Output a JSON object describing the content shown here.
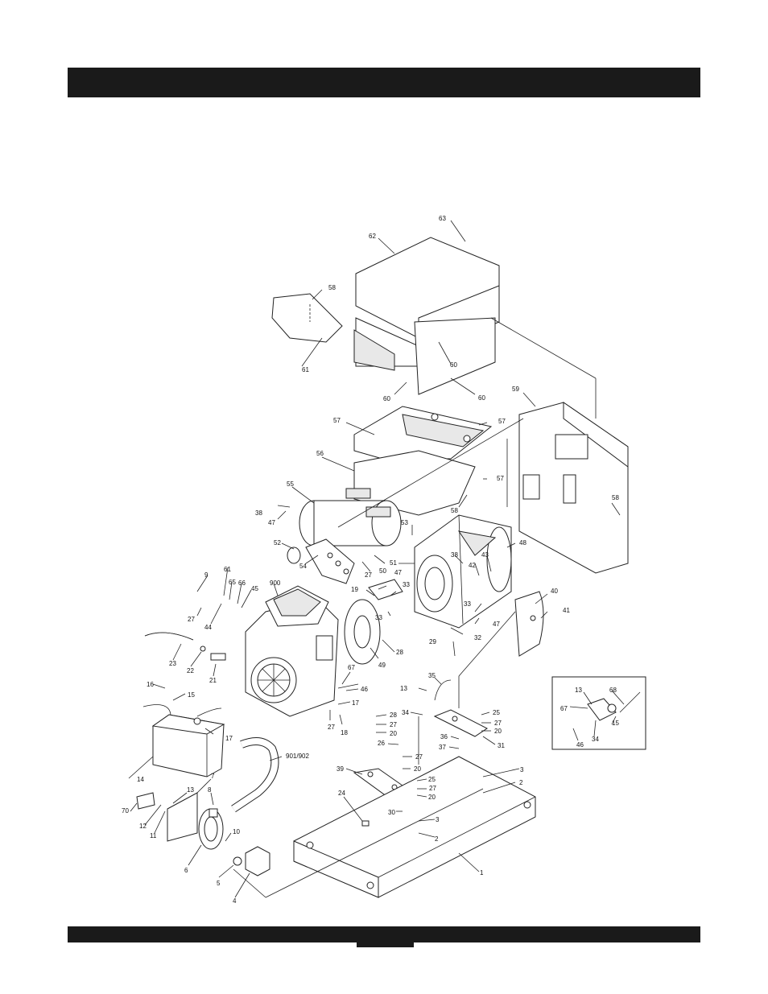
{
  "callouts": [
    {
      "id": "c63",
      "text": "63"
    },
    {
      "id": "c62",
      "text": "62"
    },
    {
      "id": "c58a",
      "text": "58"
    },
    {
      "id": "c61a",
      "text": "61"
    },
    {
      "id": "c60a",
      "text": "60"
    },
    {
      "id": "c60b",
      "text": "60"
    },
    {
      "id": "c60c",
      "text": "60"
    },
    {
      "id": "c59",
      "text": "59"
    },
    {
      "id": "c57a",
      "text": "57"
    },
    {
      "id": "c57b",
      "text": "57"
    },
    {
      "id": "c57c",
      "text": "57"
    },
    {
      "id": "c56",
      "text": "56"
    },
    {
      "id": "c55",
      "text": "55"
    },
    {
      "id": "c58b",
      "text": "58"
    },
    {
      "id": "c58c",
      "text": "58"
    },
    {
      "id": "c38a",
      "text": "38"
    },
    {
      "id": "c47a",
      "text": "47"
    },
    {
      "id": "c53",
      "text": "53"
    },
    {
      "id": "c52",
      "text": "52"
    },
    {
      "id": "c54",
      "text": "54"
    },
    {
      "id": "c27a",
      "text": "27"
    },
    {
      "id": "c50",
      "text": "50"
    },
    {
      "id": "c48",
      "text": "48"
    },
    {
      "id": "c51",
      "text": "51"
    },
    {
      "id": "c38b",
      "text": "38"
    },
    {
      "id": "c43",
      "text": "43"
    },
    {
      "id": "c42",
      "text": "42"
    },
    {
      "id": "c47b",
      "text": "47"
    },
    {
      "id": "c33a",
      "text": "33"
    },
    {
      "id": "c19",
      "text": "19"
    },
    {
      "id": "c9",
      "text": "9"
    },
    {
      "id": "c61b",
      "text": "61"
    },
    {
      "id": "c65",
      "text": "65"
    },
    {
      "id": "c66",
      "text": "66"
    },
    {
      "id": "c45",
      "text": "45"
    },
    {
      "id": "c900",
      "text": "900"
    },
    {
      "id": "c27b",
      "text": "27"
    },
    {
      "id": "c44",
      "text": "44"
    },
    {
      "id": "c33b",
      "text": "33"
    },
    {
      "id": "c33c",
      "text": "33"
    },
    {
      "id": "c47c",
      "text": "47"
    },
    {
      "id": "c32",
      "text": "32"
    },
    {
      "id": "c29",
      "text": "29"
    },
    {
      "id": "c28a",
      "text": "28"
    },
    {
      "id": "c49",
      "text": "49"
    },
    {
      "id": "c40",
      "text": "40"
    },
    {
      "id": "c41",
      "text": "41"
    },
    {
      "id": "c23",
      "text": "23"
    },
    {
      "id": "c22",
      "text": "22"
    },
    {
      "id": "c21",
      "text": "21"
    },
    {
      "id": "c67a",
      "text": "67"
    },
    {
      "id": "c46a",
      "text": "46"
    },
    {
      "id": "c35",
      "text": "35"
    },
    {
      "id": "c13a",
      "text": "13"
    },
    {
      "id": "c16",
      "text": "16"
    },
    {
      "id": "c15a",
      "text": "15"
    },
    {
      "id": "c17a",
      "text": "17"
    },
    {
      "id": "c17b",
      "text": "17"
    },
    {
      "id": "c27c",
      "text": "27"
    },
    {
      "id": "c18",
      "text": "18"
    },
    {
      "id": "c28b",
      "text": "28"
    },
    {
      "id": "c27d",
      "text": "27"
    },
    {
      "id": "c20a",
      "text": "20"
    },
    {
      "id": "c34a",
      "text": "34"
    },
    {
      "id": "c25a",
      "text": "25"
    },
    {
      "id": "c27e",
      "text": "27"
    },
    {
      "id": "c20b",
      "text": "20"
    },
    {
      "id": "c36",
      "text": "36"
    },
    {
      "id": "c37",
      "text": "37"
    },
    {
      "id": "c31",
      "text": "31"
    },
    {
      "id": "c26",
      "text": "26"
    },
    {
      "id": "c27f",
      "text": "27"
    },
    {
      "id": "c20c",
      "text": "20"
    },
    {
      "id": "c14",
      "text": "14"
    },
    {
      "id": "c901",
      "text": "901/902"
    },
    {
      "id": "c39",
      "text": "39"
    },
    {
      "id": "c25b",
      "text": "25"
    },
    {
      "id": "c27g",
      "text": "27"
    },
    {
      "id": "c20d",
      "text": "20"
    },
    {
      "id": "c3a",
      "text": "3"
    },
    {
      "id": "c2a",
      "text": "2"
    },
    {
      "id": "c7",
      "text": "7"
    },
    {
      "id": "c8",
      "text": "8"
    },
    {
      "id": "c13b",
      "text": "13"
    },
    {
      "id": "c70",
      "text": "70"
    },
    {
      "id": "c12",
      "text": "12"
    },
    {
      "id": "c11",
      "text": "11"
    },
    {
      "id": "c24",
      "text": "24"
    },
    {
      "id": "c30",
      "text": "30"
    },
    {
      "id": "c3b",
      "text": "3"
    },
    {
      "id": "c2b",
      "text": "2"
    },
    {
      "id": "c10",
      "text": "10"
    },
    {
      "id": "c6",
      "text": "6"
    },
    {
      "id": "c5",
      "text": "5"
    },
    {
      "id": "c4",
      "text": "4"
    },
    {
      "id": "c1",
      "text": "1"
    },
    {
      "id": "d13",
      "text": "13"
    },
    {
      "id": "d68",
      "text": "68"
    },
    {
      "id": "d67",
      "text": "67"
    },
    {
      "id": "d15",
      "text": "15"
    },
    {
      "id": "d34",
      "text": "34"
    },
    {
      "id": "d46",
      "text": "46"
    }
  ]
}
